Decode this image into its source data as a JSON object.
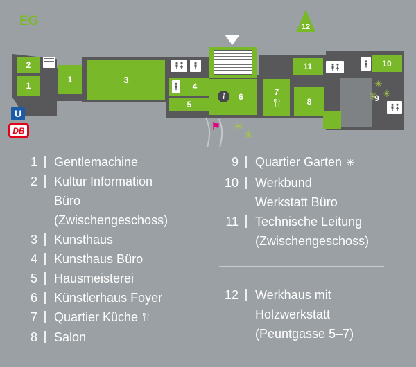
{
  "icons": {
    "tree": "✳",
    "flag": "⚑",
    "info": "i"
  },
  "plan": {
    "floor_label": "EG",
    "marker_12_label": "12",
    "rooms": {
      "r1a": "1",
      "r2": "2",
      "r1b": "1",
      "r3": "3",
      "r4": "4",
      "r5": "5",
      "r6": "6",
      "r7": "7",
      "r8": "8",
      "r9": "9",
      "r10": "10",
      "r11": "11"
    },
    "transit": {
      "ubahn": "U",
      "db": "DB"
    }
  },
  "legend": {
    "left": [
      {
        "num": "1",
        "lines": [
          "Gentlemachine"
        ]
      },
      {
        "num": "2",
        "lines": [
          "Kultur Information",
          "Büro",
          "(Zwischengeschoss)"
        ]
      },
      {
        "num": "3",
        "lines": [
          "Kunsthaus"
        ]
      },
      {
        "num": "4",
        "lines": [
          "Kunsthaus Büro"
        ]
      },
      {
        "num": "5",
        "lines": [
          "Hausmeisterei"
        ]
      },
      {
        "num": "6",
        "lines": [
          "Künstlerhaus Foyer"
        ]
      },
      {
        "num": "7",
        "lines": [
          "Quartier Küche"
        ]
      },
      {
        "num": "8",
        "lines": [
          "Salon"
        ]
      }
    ],
    "right_top": [
      {
        "num": "9",
        "lines": [
          "Quartier Garten"
        ]
      },
      {
        "num": "10",
        "lines": [
          "Werkbund",
          "Werkstatt Büro"
        ]
      },
      {
        "num": "11",
        "lines": [
          "Technische Leitung",
          "(Zwischengeschoss)"
        ]
      }
    ],
    "right_bottom": [
      {
        "num": "12",
        "lines": [
          "Werkhaus mit",
          "Holzwerkstatt",
          "(Peuntgasse 5–7)"
        ]
      }
    ]
  },
  "colors": {
    "background": "#9aa0a4",
    "building_dark": "#58585a",
    "room_green": "#79b829",
    "flag_pink": "#e5007d",
    "db_red": "#e2001a",
    "ubahn_blue": "#1c5ba6",
    "text": "#ffffff"
  }
}
